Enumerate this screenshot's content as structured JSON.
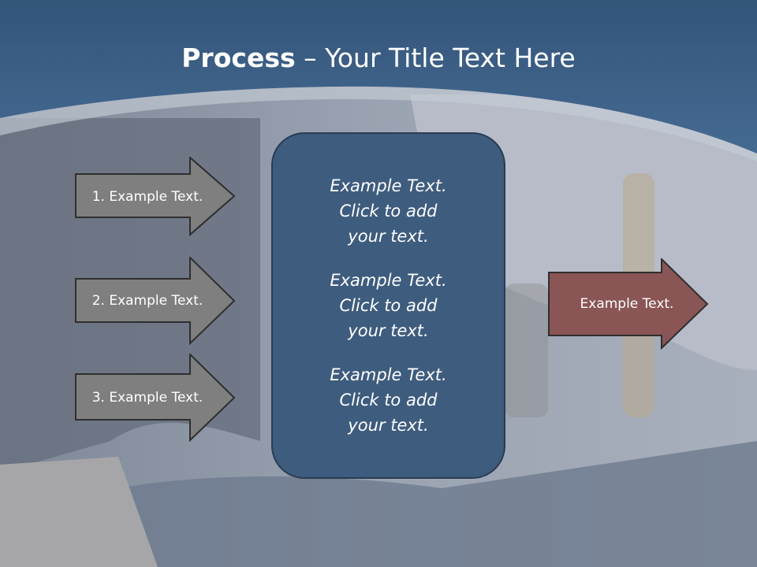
{
  "title": {
    "bold": "Process",
    "rest": " – Your Title Text Here"
  },
  "left_arrows": [
    {
      "label": "1. Example Text."
    },
    {
      "label": "2. Example Text."
    },
    {
      "label": "3. Example Text."
    }
  ],
  "center_items": [
    {
      "text": "Example Text.\nClick  to add\nyour text."
    },
    {
      "text": "Example Text.\nClick  to add\nyour text."
    },
    {
      "text": "Example Text.\nClick  to add\nyour text."
    }
  ],
  "right_arrow": {
    "label": "Example Text."
  },
  "colors": {
    "header": "#3e5f86",
    "center_box": "#3e5c7e",
    "left_arrow": "#7f7f7f",
    "right_arrow": "#8a5555"
  }
}
